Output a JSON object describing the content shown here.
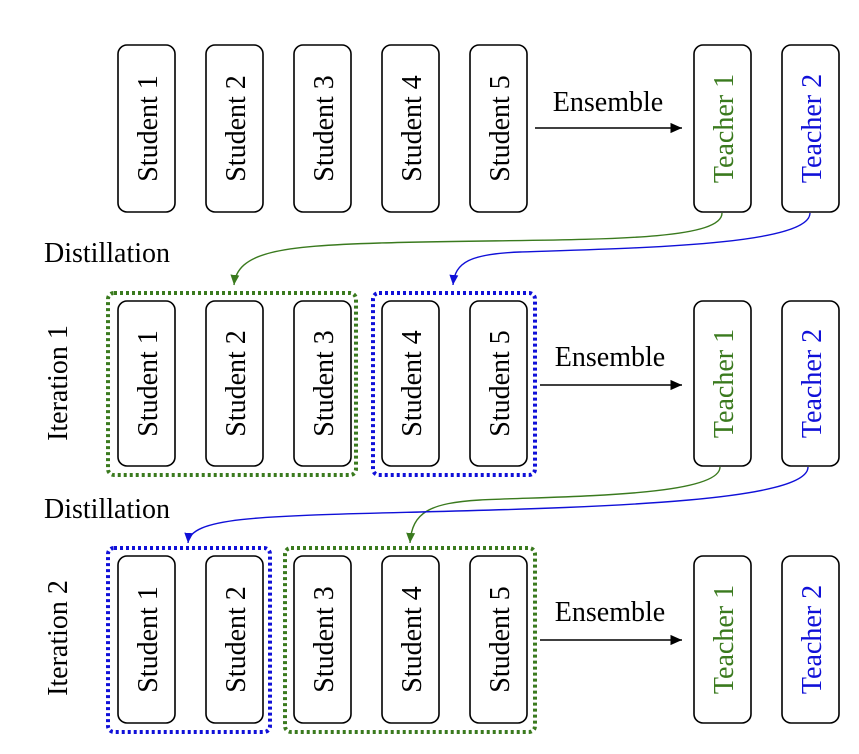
{
  "colors": {
    "green": "#3a7a1e",
    "blue": "#1010d8",
    "black": "#000000"
  },
  "labels": {
    "distillation_1": "Distillation",
    "distillation_2": "Distillation",
    "iteration_1": "Iteration 1",
    "iteration_2": "Iteration 2",
    "ensemble": "Ensemble"
  },
  "rows": [
    {
      "students": [
        "Student 1",
        "Student 2",
        "Student 3",
        "Student 4",
        "Student 5"
      ],
      "ensemble_label": "Ensemble",
      "teachers": [
        {
          "label": "Teacher 1",
          "color": "green"
        },
        {
          "label": "Teacher 2",
          "color": "blue"
        }
      ]
    },
    {
      "row_label": "Iteration 1",
      "students": [
        "Student 1",
        "Student 2",
        "Student 3",
        "Student 4",
        "Student 5"
      ],
      "groups": [
        {
          "color": "green",
          "members": [
            "Student 1",
            "Student 2",
            "Student 3"
          ]
        },
        {
          "color": "blue",
          "members": [
            "Student 4",
            "Student 5"
          ]
        }
      ],
      "ensemble_label": "Ensemble",
      "teachers": [
        {
          "label": "Teacher 1",
          "color": "green"
        },
        {
          "label": "Teacher 2",
          "color": "blue"
        }
      ]
    },
    {
      "row_label": "Iteration 2",
      "students": [
        "Student 1",
        "Student 2",
        "Student 3",
        "Student 4",
        "Student 5"
      ],
      "groups": [
        {
          "color": "blue",
          "members": [
            "Student 1",
            "Student 2"
          ]
        },
        {
          "color": "green",
          "members": [
            "Student 3",
            "Student 4",
            "Student 5"
          ]
        }
      ],
      "ensemble_label": "Ensemble",
      "teachers": [
        {
          "label": "Teacher 1",
          "color": "green"
        },
        {
          "label": "Teacher 2",
          "color": "blue"
        }
      ]
    }
  ]
}
